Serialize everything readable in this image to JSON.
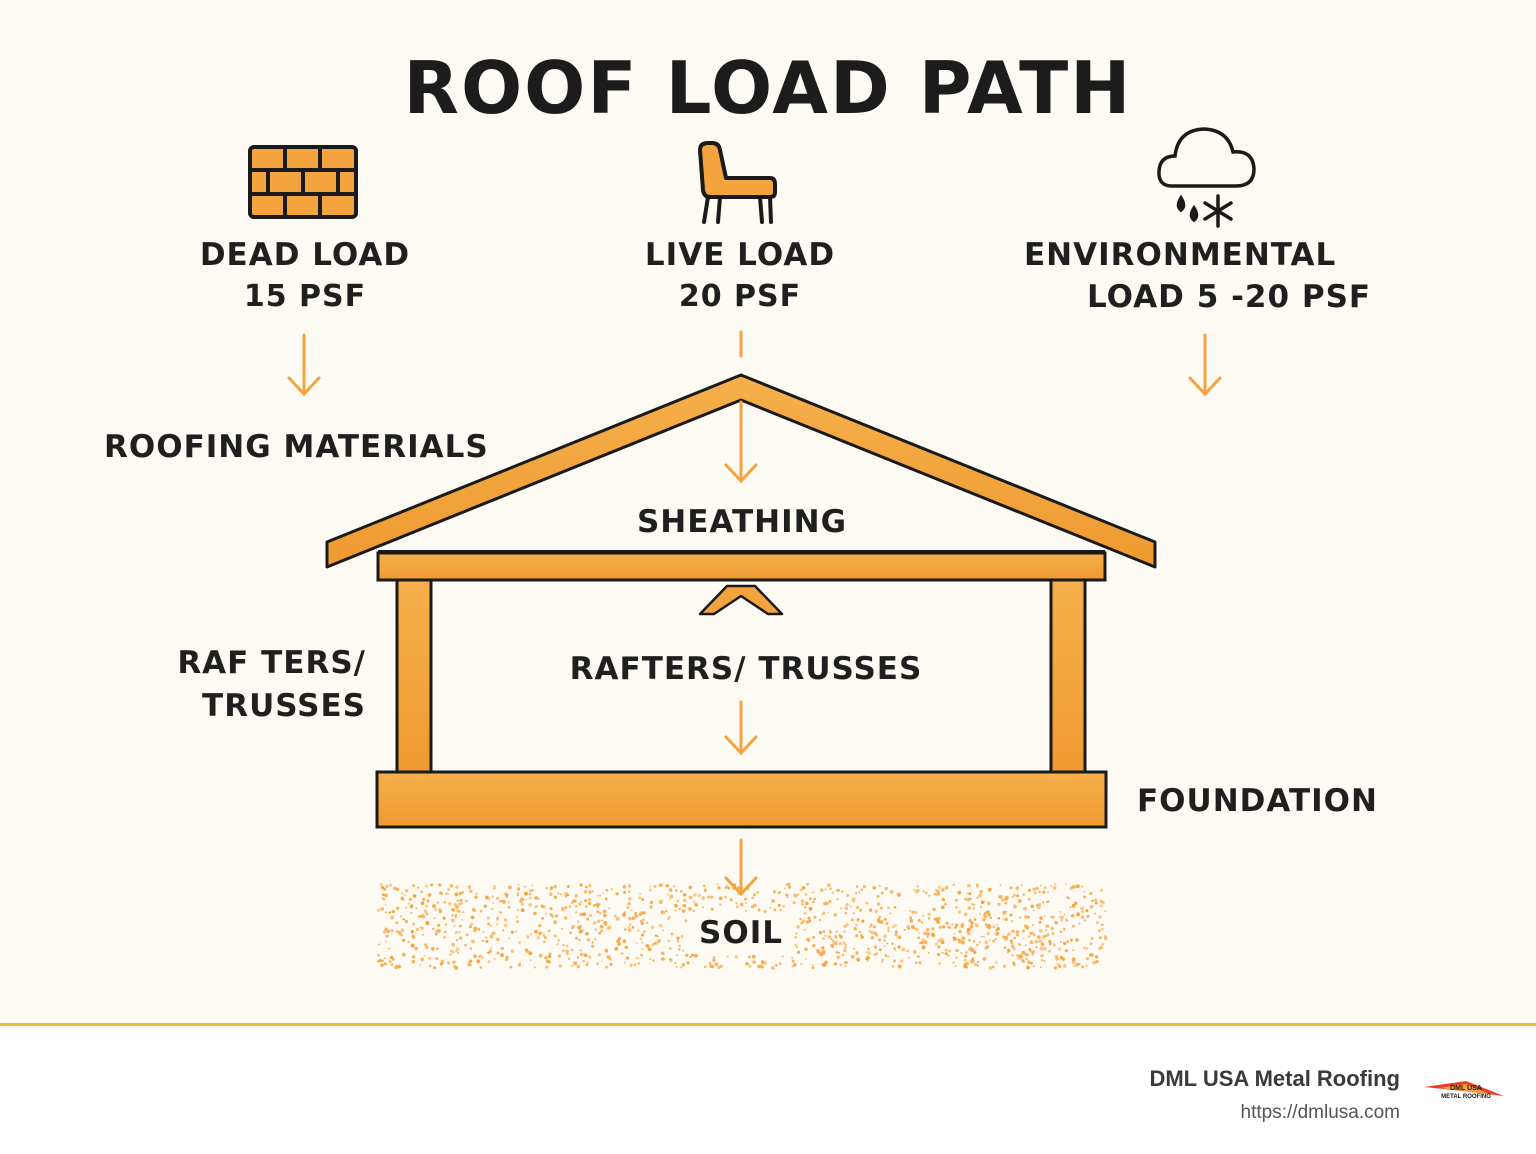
{
  "title": "ROOF LOAD PATH",
  "loads": {
    "dead": {
      "name": "DEAD LOAD",
      "value": "15 PSF",
      "icon": "brick-wall-icon"
    },
    "live": {
      "name": "LIVE LOAD",
      "value": "20 PSF",
      "icon": "chair-icon"
    },
    "environmental": {
      "name_line1": "ENVIRONMENTAL",
      "name_line2": "LOAD",
      "value": "5 -20 PSF",
      "icon": "cloud-rain-snow-icon"
    }
  },
  "path": {
    "roofing_materials": "ROOFING MATERIALS",
    "sheathing": "SHEATHING",
    "rafters_left_line1": "RAF TERS/",
    "rafters_left_line2": "TRUSSES",
    "rafters_center": "RAFTERS/ TRUSSES",
    "foundation": "FOUNDATION",
    "soil": "SOIL"
  },
  "brand": {
    "name": "DML USA Metal Roofing",
    "url": "https://dmlusa.com",
    "logo_line1": "DML USA",
    "logo_line2": "METAL ROOFING"
  },
  "colors": {
    "accent": "#f3a43f",
    "outline": "#1a1a1a",
    "background": "#fdfaf3",
    "footer_rule": "#f2bb2e"
  }
}
